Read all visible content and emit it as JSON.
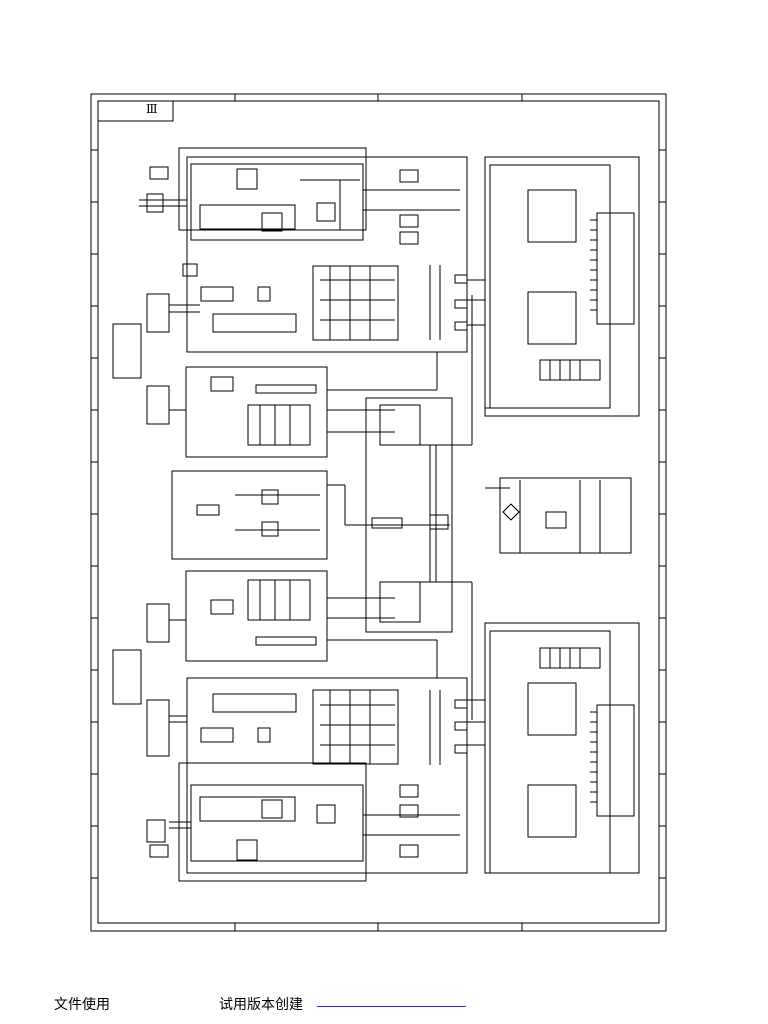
{
  "sheet": {
    "title_block_text": "Ⅲ"
  },
  "footer": {
    "left_text": "文件使用",
    "mid_text": "试用版本创建",
    "link_text": ""
  },
  "colors": {
    "line": "#000000",
    "link": "#2b2bff"
  }
}
